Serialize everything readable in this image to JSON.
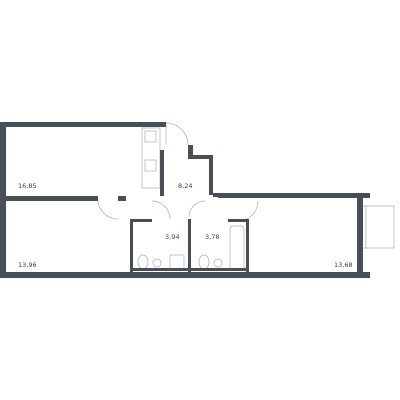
{
  "floor_plan": {
    "rooms": [
      {
        "id": "room-top-left",
        "area": "16,85"
      },
      {
        "id": "hallway",
        "area": "8,24"
      },
      {
        "id": "room-bottom-left",
        "area": "13,96"
      },
      {
        "id": "bathroom",
        "area": "3,94"
      },
      {
        "id": "wc",
        "area": "3,78"
      },
      {
        "id": "room-right",
        "area": "13,68"
      }
    ],
    "colors": {
      "wall": "#4a4f57",
      "fixtures": "#a7abb1",
      "background": "#ffffff"
    }
  }
}
